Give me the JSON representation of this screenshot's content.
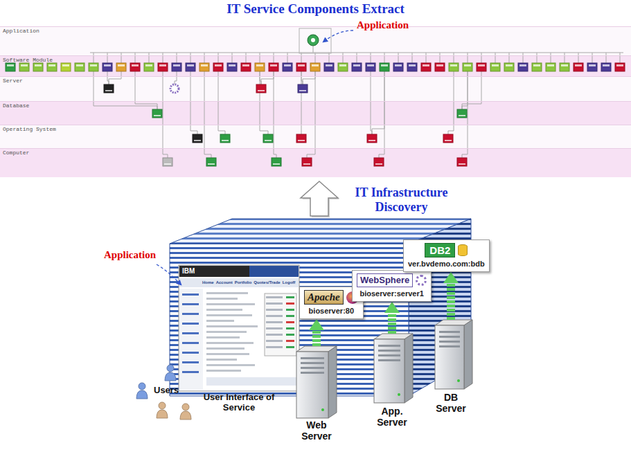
{
  "diagram": {
    "title": "IT Service Components Extract",
    "nodes": [
      {
        "text": [
          "Application"
        ]
      },
      {
        "text": [
          "Software Module"
        ]
      },
      {
        "text": [
          "Server"
        ]
      },
      {
        "text": [
          "Database"
        ]
      },
      {
        "text": [
          "Operating System"
        ]
      },
      {
        "text": [
          "Computer"
        ]
      },
      {
        "text": [
          "User Interface of Service"
        ]
      },
      {
        "text": [
          "Apache",
          "bioserver:80"
        ]
      },
      {
        "text": [
          "WebSphere",
          "bioserver:server1"
        ]
      },
      {
        "text": [
          "DB2",
          "ver.bvdemo.com:bdb"
        ]
      },
      {
        "text": [
          "Users"
        ]
      },
      {
        "text": [
          "Web Server"
        ]
      },
      {
        "text": [
          "App. Server"
        ]
      },
      {
        "text": [
          "DB Server"
        ]
      }
    ],
    "edges": [
      {
        "from": 11,
        "to": 7,
        "arrow": "to"
      },
      {
        "from": 12,
        "to": 8,
        "arrow": "to"
      },
      {
        "from": 13,
        "to": 9,
        "arrow": "to"
      }
    ],
    "labels": [
      "Application",
      "IT Infrastructure Discovery",
      "Application",
      "IBM",
      "Home",
      "Account",
      "Portfolio",
      "Quotes/Trade",
      "Logoff"
    ]
  }
}
